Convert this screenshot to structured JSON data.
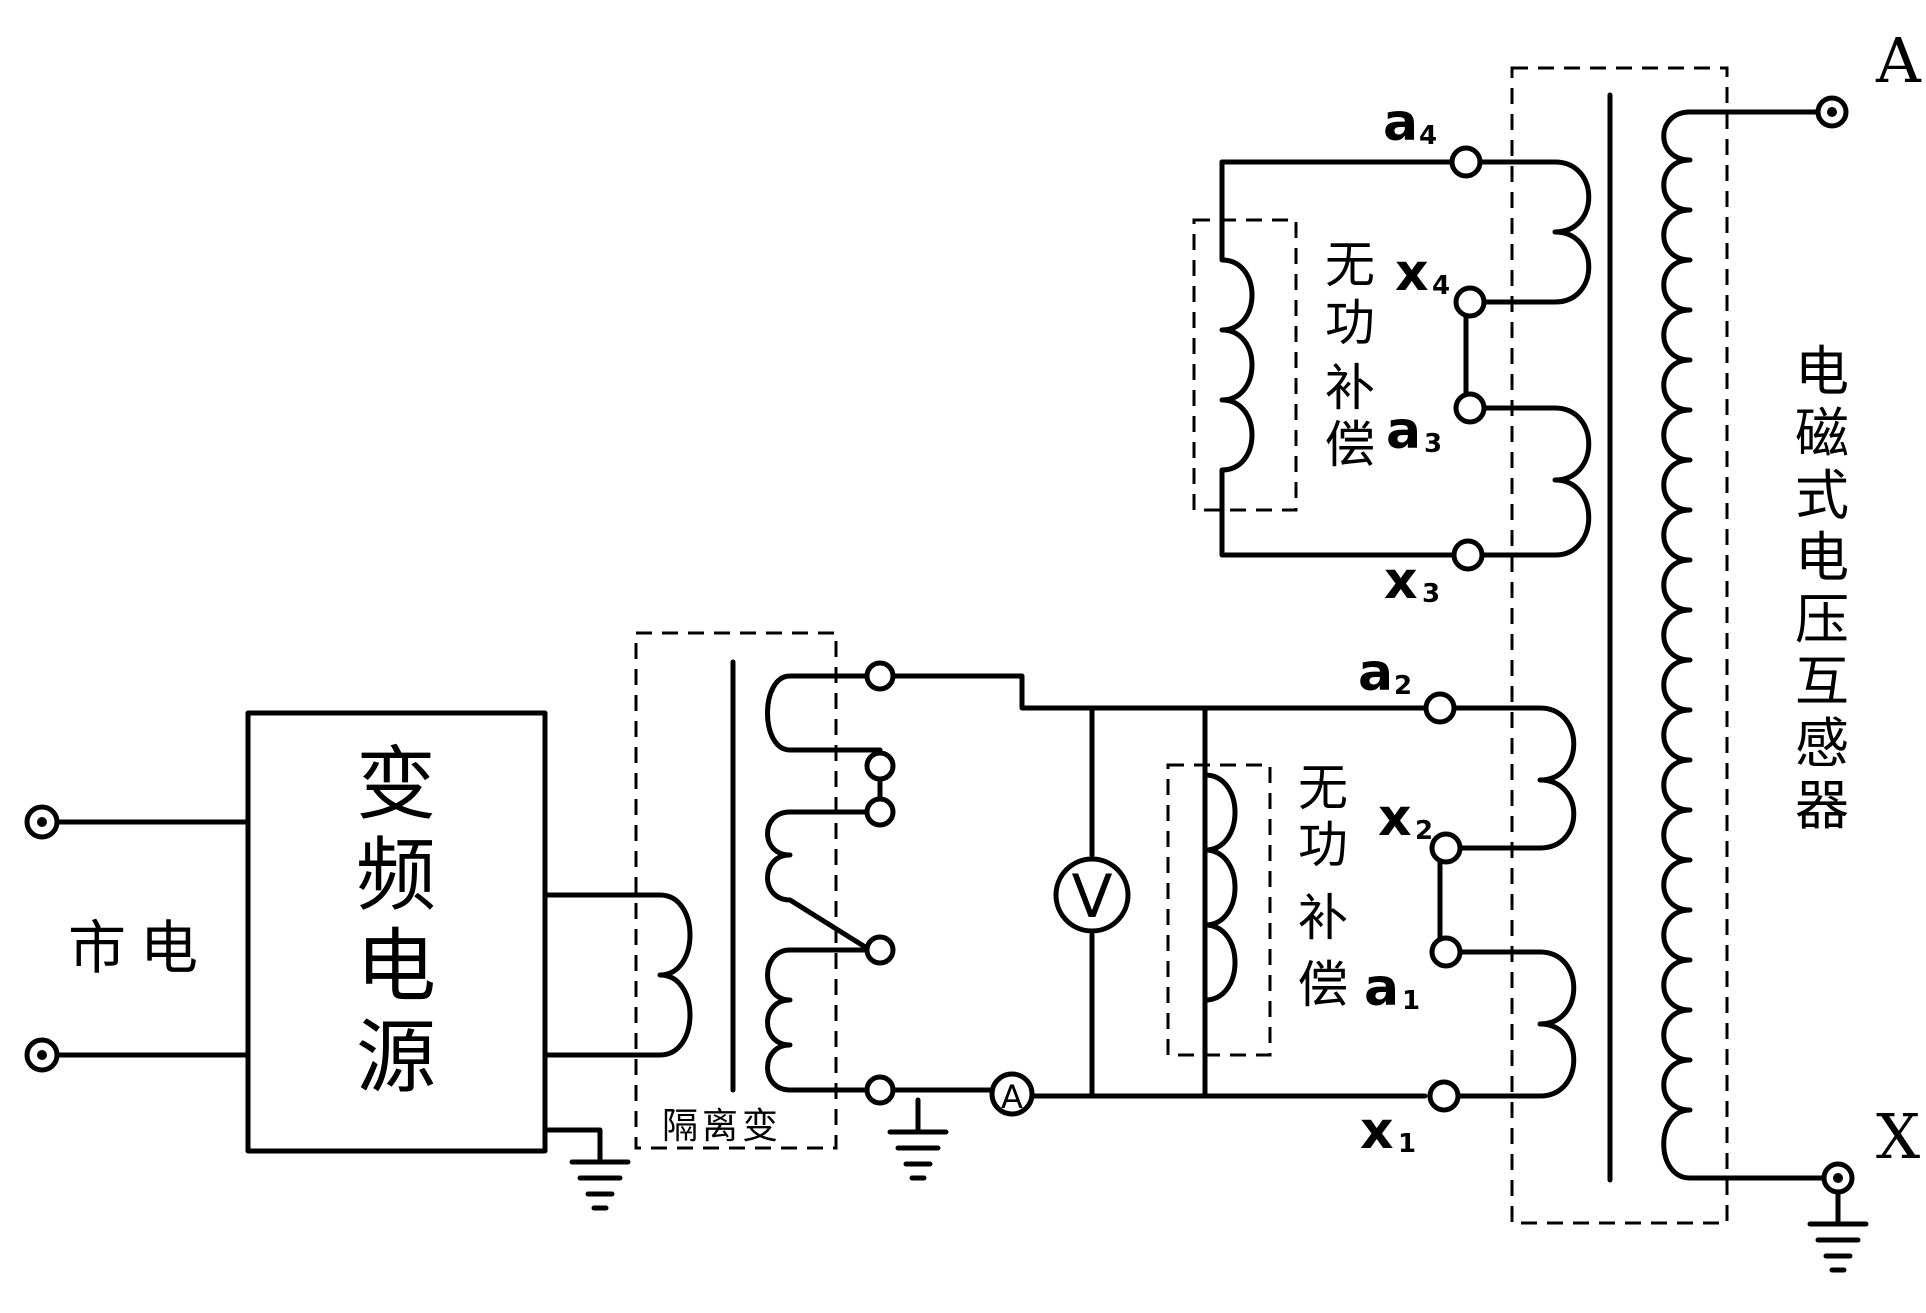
{
  "mains_label": "市电",
  "vf_power_source": [
    "变",
    "频",
    "电",
    "源"
  ],
  "isolation_transformer_label": "隔离变",
  "meters": {
    "voltmeter": "V",
    "ammeter": "A"
  },
  "compensation_upper": {
    "label": [
      "无",
      "功",
      "补",
      "偿"
    ],
    "terminals": {
      "top": "a",
      "top_sub": "4",
      "mid1": "x",
      "mid1_sub": "4",
      "mid2": "a",
      "mid2_sub": "3",
      "bottom": "x",
      "bottom_sub": "3"
    }
  },
  "compensation_lower": {
    "label": [
      "无",
      "功",
      "补",
      "偿"
    ],
    "terminals": {
      "top": "a",
      "top_sub": "2",
      "mid1": "x",
      "mid1_sub": "2",
      "mid2": "a",
      "mid2_sub": "1",
      "bottom": "x",
      "bottom_sub": "1"
    }
  },
  "pt_label": [
    "电",
    "磁",
    "式",
    "电",
    "压",
    "互",
    "感",
    "器"
  ],
  "hv_terminals": {
    "top": "A",
    "bottom": "X"
  }
}
